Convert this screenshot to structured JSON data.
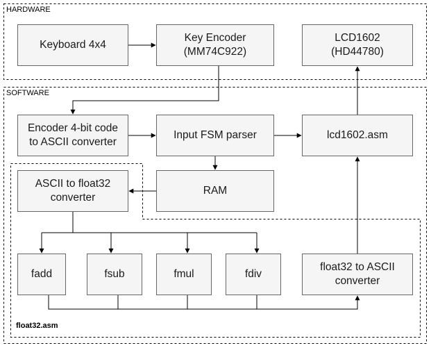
{
  "groups": {
    "hardware": "HARDWARE",
    "software": "SOFTWARE",
    "float32_module": "float32.asm"
  },
  "nodes": {
    "keyboard": [
      "Keyboard 4x4"
    ],
    "key_encoder": [
      "Key Encoder",
      "(MM74C922)"
    ],
    "lcd": [
      "LCD1602",
      "(HD44780)"
    ],
    "ascii_converter": [
      "Encoder 4-bit code",
      "to ASCII converter"
    ],
    "fsm_parser": [
      "Input FSM parser"
    ],
    "lcd_driver": [
      "lcd1602.asm"
    ],
    "ascii_to_float": [
      "ASCII to float32",
      "converter"
    ],
    "ram": [
      "RAM"
    ],
    "fadd": [
      "fadd"
    ],
    "fsub": [
      "fsub"
    ],
    "fmul": [
      "fmul"
    ],
    "fdiv": [
      "fdiv"
    ],
    "float_to_ascii": [
      "float32 to ASCII",
      "converter"
    ]
  },
  "colors": {
    "node_fill": "#f5f5f5",
    "node_stroke": "#666666",
    "edge": "#000000",
    "group_border": "#000000"
  }
}
